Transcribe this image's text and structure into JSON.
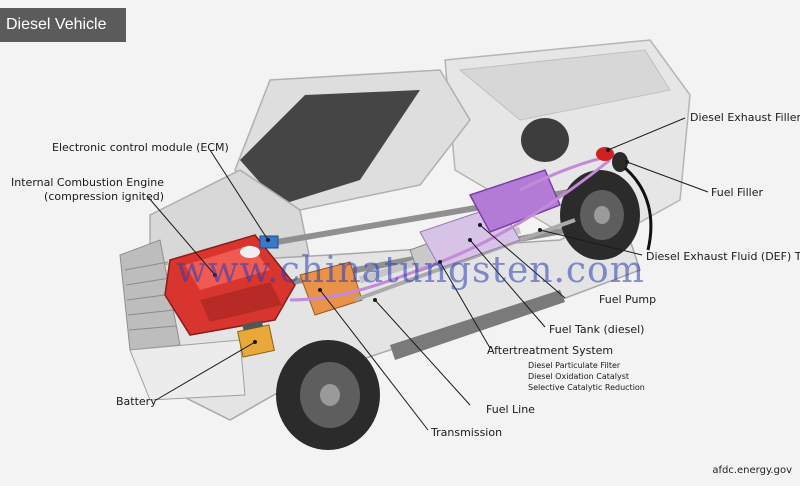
{
  "title": "Diesel Vehicle",
  "watermark": "www.chinatungsten.com",
  "credit": "afdc.energy.gov",
  "labels": {
    "ecm": "Electronic control module (ECM)",
    "engine_line1": "Internal Combustion Engine",
    "engine_line2": "(compression ignited)",
    "battery": "Battery",
    "transmission": "Transmission",
    "fuel_line": "Fuel Line",
    "aftertreatment": "Aftertreatment System",
    "aftertreatment_items": [
      "Diesel Particulate Filter",
      "Diesel Oxidation Catalyst",
      "Selective Catalytic Reduction"
    ],
    "fuel_tank": "Fuel Tank (diesel)",
    "fuel_pump": "Fuel Pump",
    "def_tank": "Diesel Exhaust Fluid (DEF) Tank",
    "fuel_filler": "Fuel Filler",
    "def_filler": "Diesel Exhaust Filler"
  },
  "colors": {
    "engine": "#d9352f",
    "battery": "#e8a83a",
    "transmission": "#e9924a",
    "def_tank": "#b47bd6",
    "fuel_line": "#c28ad8",
    "ecm": "#3a78c9",
    "filler_cap": "#d02020"
  }
}
